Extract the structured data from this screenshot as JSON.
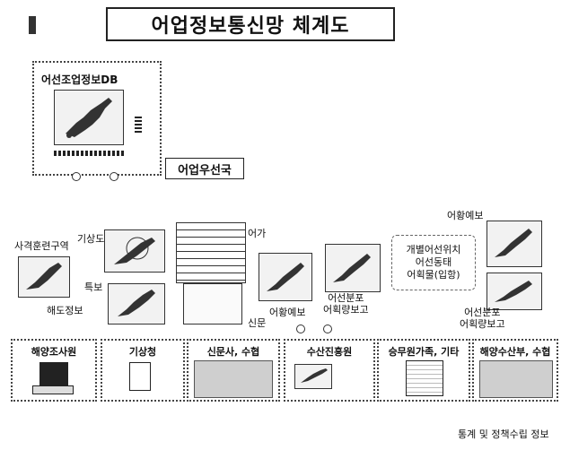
{
  "title": "어업정보통신망  체계도",
  "db": {
    "label": "어선조업정보DB"
  },
  "radio_station": {
    "label": "어업우선국"
  },
  "info_items": {
    "training_zone": "사격훈련구역",
    "weather_map": "기상도",
    "forecast": "특보",
    "sea_route": "해도정보",
    "price": "어가",
    "newspaper": "신문",
    "fish_forecast_1": "어황예보",
    "fish_distribution": "어선분포\n어획량보고",
    "fishing_box": "개별어선위치\n어선동태\n어획물(입항)",
    "fish_forecast_2": "어황예보",
    "fish_distribution_2": "어선분포\n어획량보고"
  },
  "sources": [
    {
      "label": "해양조사원"
    },
    {
      "label": "기상청"
    },
    {
      "label": "신문사, 수협"
    },
    {
      "label": "수산진흥원"
    },
    {
      "label": "승무원가족, 기타"
    },
    {
      "label": "해양수산부, 수협"
    }
  ],
  "footer": "통계 및 정책수립 정보"
}
